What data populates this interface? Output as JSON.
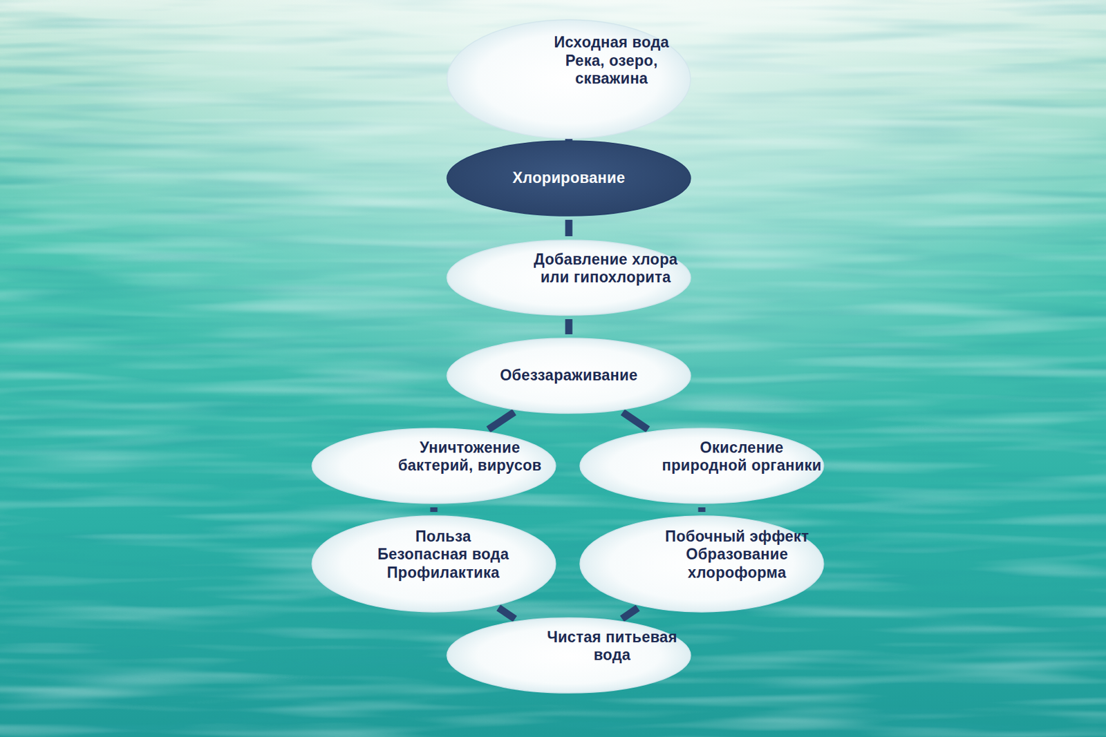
{
  "diagram": {
    "nodes": [
      {
        "text": [
          "Исходная вода",
          "Река, озеро, скважина"
        ]
      },
      {
        "text": [
          "Хлорирование"
        ]
      },
      {
        "text": [
          "Добавление хлора или гипохлорита"
        ]
      },
      {
        "text": [
          "Обеззараживание"
        ]
      },
      {
        "text": [
          "Уничтожение бактерий, вирусов"
        ]
      },
      {
        "text": [
          "Окисление природной органики"
        ]
      },
      {
        "text": [
          "Польза",
          "Безопасная вода",
          "Профилактика"
        ]
      },
      {
        "text": [
          "Побочный эффект",
          "Образование хлороформа"
        ]
      },
      {
        "text": [
          "Чистая питьевая вода"
        ]
      }
    ],
    "edges": [
      {
        "from": 0,
        "to": 1,
        "arrow": "none"
      },
      {
        "from": 1,
        "to": 2,
        "arrow": "none"
      },
      {
        "from": 2,
        "to": 3,
        "arrow": "none"
      },
      {
        "from": 3,
        "to": 4,
        "arrow": "none"
      },
      {
        "from": 3,
        "to": 5,
        "arrow": "none"
      },
      {
        "from": 4,
        "to": 6,
        "arrow": "none"
      },
      {
        "from": 5,
        "to": 7,
        "arrow": "none"
      },
      {
        "from": 6,
        "to": 8,
        "arrow": "none"
      },
      {
        "from": 7,
        "to": 8,
        "arrow": "none"
      }
    ]
  }
}
